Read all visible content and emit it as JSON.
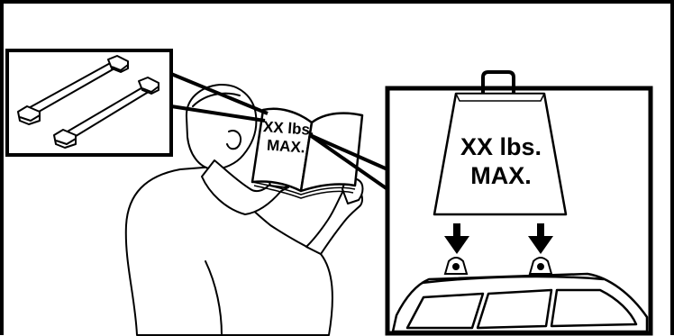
{
  "book": {
    "line1": "XX lbs.",
    "line2": "MAX."
  },
  "weight": {
    "line1": "XX lbs.",
    "line2": "MAX."
  },
  "colors": {
    "ink": "#000000",
    "paper": "#ffffff"
  }
}
